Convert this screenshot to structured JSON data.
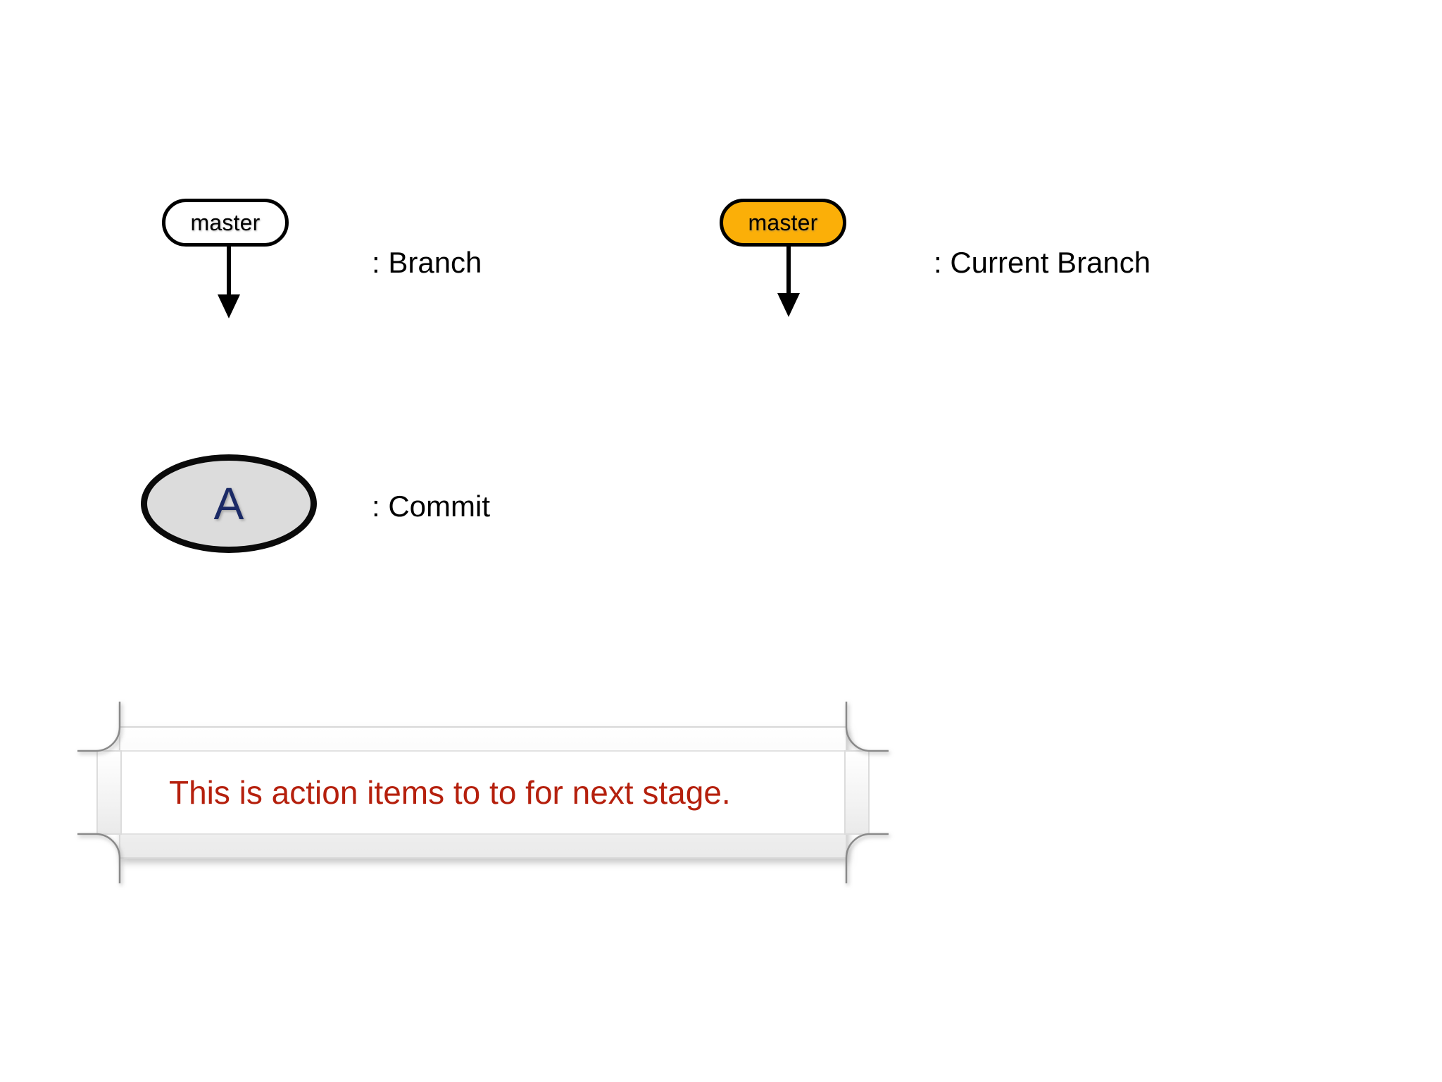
{
  "legend": {
    "items": [
      {
        "key": "branch",
        "badge_label": "master",
        "caption": ": Branch",
        "badge_style": "plain",
        "badge_fill": "#ffffff",
        "badge_border": "#000000"
      },
      {
        "key": "current-branch",
        "badge_label": "master",
        "caption": ": Current Branch",
        "badge_style": "current",
        "badge_fill": "#fbaf08",
        "badge_border": "#000000"
      },
      {
        "key": "commit",
        "node_label": "A",
        "caption": ": Commit",
        "node_fill": "#dcdcdc",
        "node_border": "#0a0a0a",
        "node_text_color": "#1b2a66"
      }
    ]
  },
  "callout": {
    "text": "This is action items to to for next stage.",
    "text_color": "#b5200d",
    "fill": "#ffffff",
    "border": "#d2d2d2"
  }
}
